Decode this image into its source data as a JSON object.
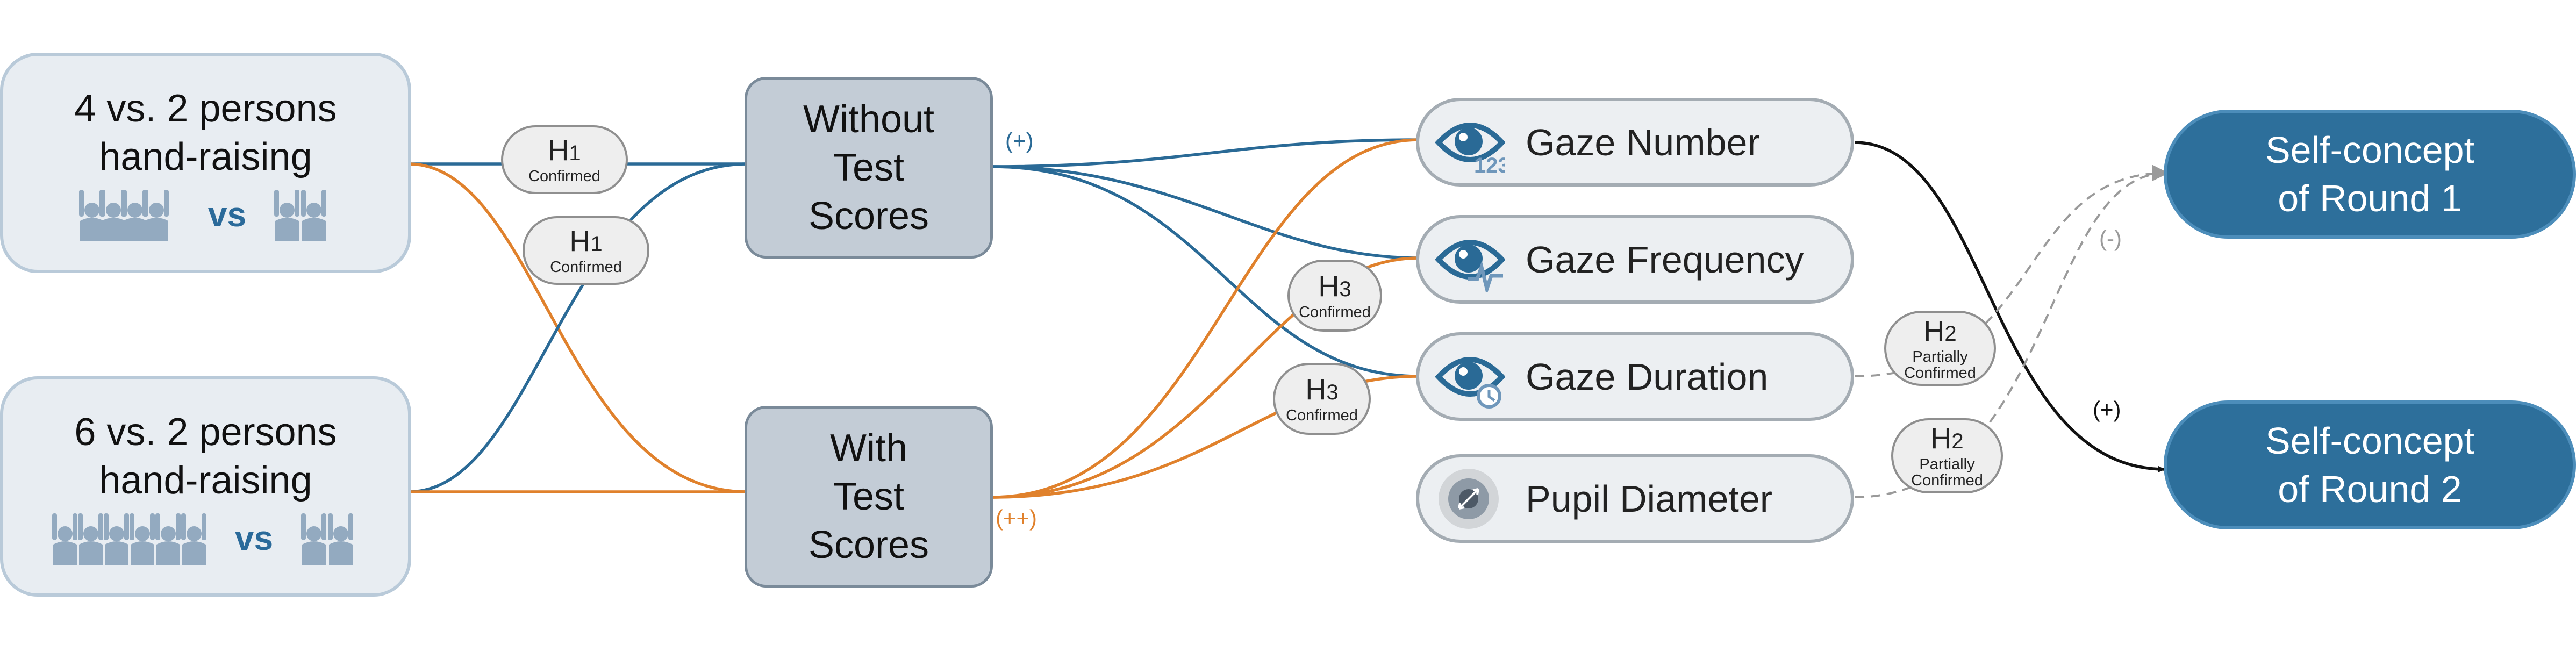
{
  "conditions": [
    {
      "line1": "4 vs. 2 persons",
      "line2": "hand-raising",
      "vs": "vs",
      "left_count": 4,
      "right_count": 2
    },
    {
      "line1": "6 vs. 2 persons",
      "line2": "hand-raising",
      "vs": "vs",
      "left_count": 6,
      "right_count": 2
    }
  ],
  "groups": {
    "without": [
      "Without",
      "Test",
      "Scores"
    ],
    "with": [
      "With",
      "Test",
      "Scores"
    ]
  },
  "features": [
    {
      "label": "Gaze Number",
      "icon": "eye-123-icon"
    },
    {
      "label": "Gaze Frequency",
      "icon": "eye-pulse-icon"
    },
    {
      "label": "Gaze Duration",
      "icon": "eye-clock-icon"
    },
    {
      "label": "Pupil Diameter",
      "icon": "pupil-icon"
    }
  ],
  "outcomes": [
    {
      "line1": "Self-concept",
      "line2": "of Round 1"
    },
    {
      "line1": "Self-concept",
      "line2": "of Round 2"
    }
  ],
  "hypotheses": [
    {
      "h": "H",
      "n": "1",
      "status": "Confirmed"
    },
    {
      "h": "H",
      "n": "1",
      "status": "Confirmed"
    },
    {
      "h": "H",
      "n": "3",
      "status": "Confirmed"
    },
    {
      "h": "H",
      "n": "3",
      "status": "Confirmed"
    },
    {
      "h": "H",
      "n": "2",
      "status1": "Partially",
      "status2": "Confirmed"
    },
    {
      "h": "H",
      "n": "2",
      "status1": "Partially",
      "status2": "Confirmed"
    }
  ],
  "edge_labels": {
    "without_sign": "(+)",
    "with_sign": "(++)",
    "round1_sign": "(-)",
    "round2_sign": "(+)"
  },
  "colors": {
    "blue": "#2a6a96",
    "orange": "#e0812c",
    "gray": "#9a9a9a",
    "black": "#111111",
    "person": "#93aac0"
  }
}
